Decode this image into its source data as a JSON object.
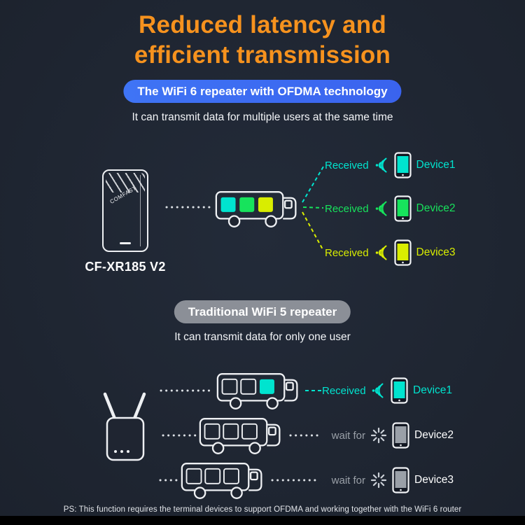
{
  "colors": {
    "background": "#1f2531",
    "title_orange": "#f6921e",
    "wifi6_badge_blue": "#3a6af2",
    "wifi5_badge_gray": "#8b8f97",
    "cyan": "#00e4cf",
    "green": "#17e35c",
    "yellow": "#d9ed00",
    "wait_gray": "#9aa0a8"
  },
  "header": {
    "title_line1": "Reduced latency and",
    "title_line2": "efficient transmission",
    "badge": "The WiFi 6 repeater with OFDMA technology",
    "subtitle": "It can transmit data for multiple users at the same time"
  },
  "wifi6_section": {
    "repeater_brand": "COMFAST",
    "repeater_model": "CF-XR185 V2",
    "rows": [
      {
        "status": "Received",
        "device": "Device1",
        "color": "#00e4cf"
      },
      {
        "status": "Received",
        "device": "Device2",
        "color": "#17e35c"
      },
      {
        "status": "Received",
        "device": "Device3",
        "color": "#d9ed00"
      }
    ]
  },
  "wifi5_section": {
    "badge": "Traditional WiFi 5 repeater",
    "subtitle": "It can transmit data for only one user",
    "rows": [
      {
        "status": "Received",
        "device": "Device1",
        "color": "#00e4cf"
      },
      {
        "status": "wait for",
        "device": "Device2",
        "color": "#9aa0a8"
      },
      {
        "status": "wait for",
        "device": "Device3",
        "color": "#9aa0a8"
      }
    ]
  },
  "footer": {
    "note": "PS: This function requires the terminal devices to support OFDMA and working together with the WiFi 6 router"
  }
}
